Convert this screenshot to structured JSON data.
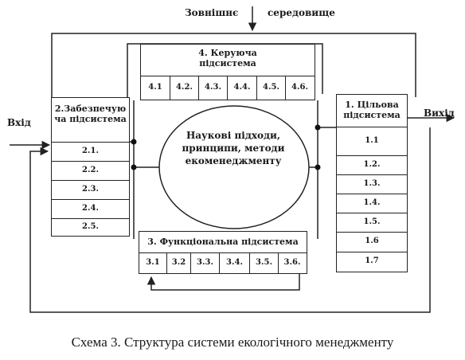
{
  "environment": {
    "label_left": "Зовнішнє",
    "label_right": "середовище"
  },
  "input_label": "Вхід",
  "output_label": "Вихід",
  "center_text": "Наукові підходи,\nпринципи, методи\nекоменеджменту",
  "subsystem_4": {
    "title": "4. Керуюча\nпідсистема",
    "cells": [
      "4.1",
      "4.2.",
      "4.3.",
      "4.4.",
      "4.5.",
      "4.6."
    ]
  },
  "subsystem_2": {
    "title": "2.Забезпечую\nча підсистема",
    "rows": [
      "2.1.",
      "2.2.",
      "2.3.",
      "2.4.",
      "2.5."
    ]
  },
  "subsystem_1": {
    "title": "1. Цільова\nпідсистема",
    "rows": [
      "1.1",
      "1.2.",
      "1.3.",
      "1.4.",
      "1.5.",
      "1.6",
      "1.7"
    ]
  },
  "subsystem_3": {
    "title": "3. Функціональна підсистема",
    "cells": [
      "3.1",
      "3.2",
      "3.3.",
      "3.4.",
      "3.5.",
      "3.6."
    ]
  },
  "caption": "Схема 3.  Структура системи екологічного менеджменту"
}
